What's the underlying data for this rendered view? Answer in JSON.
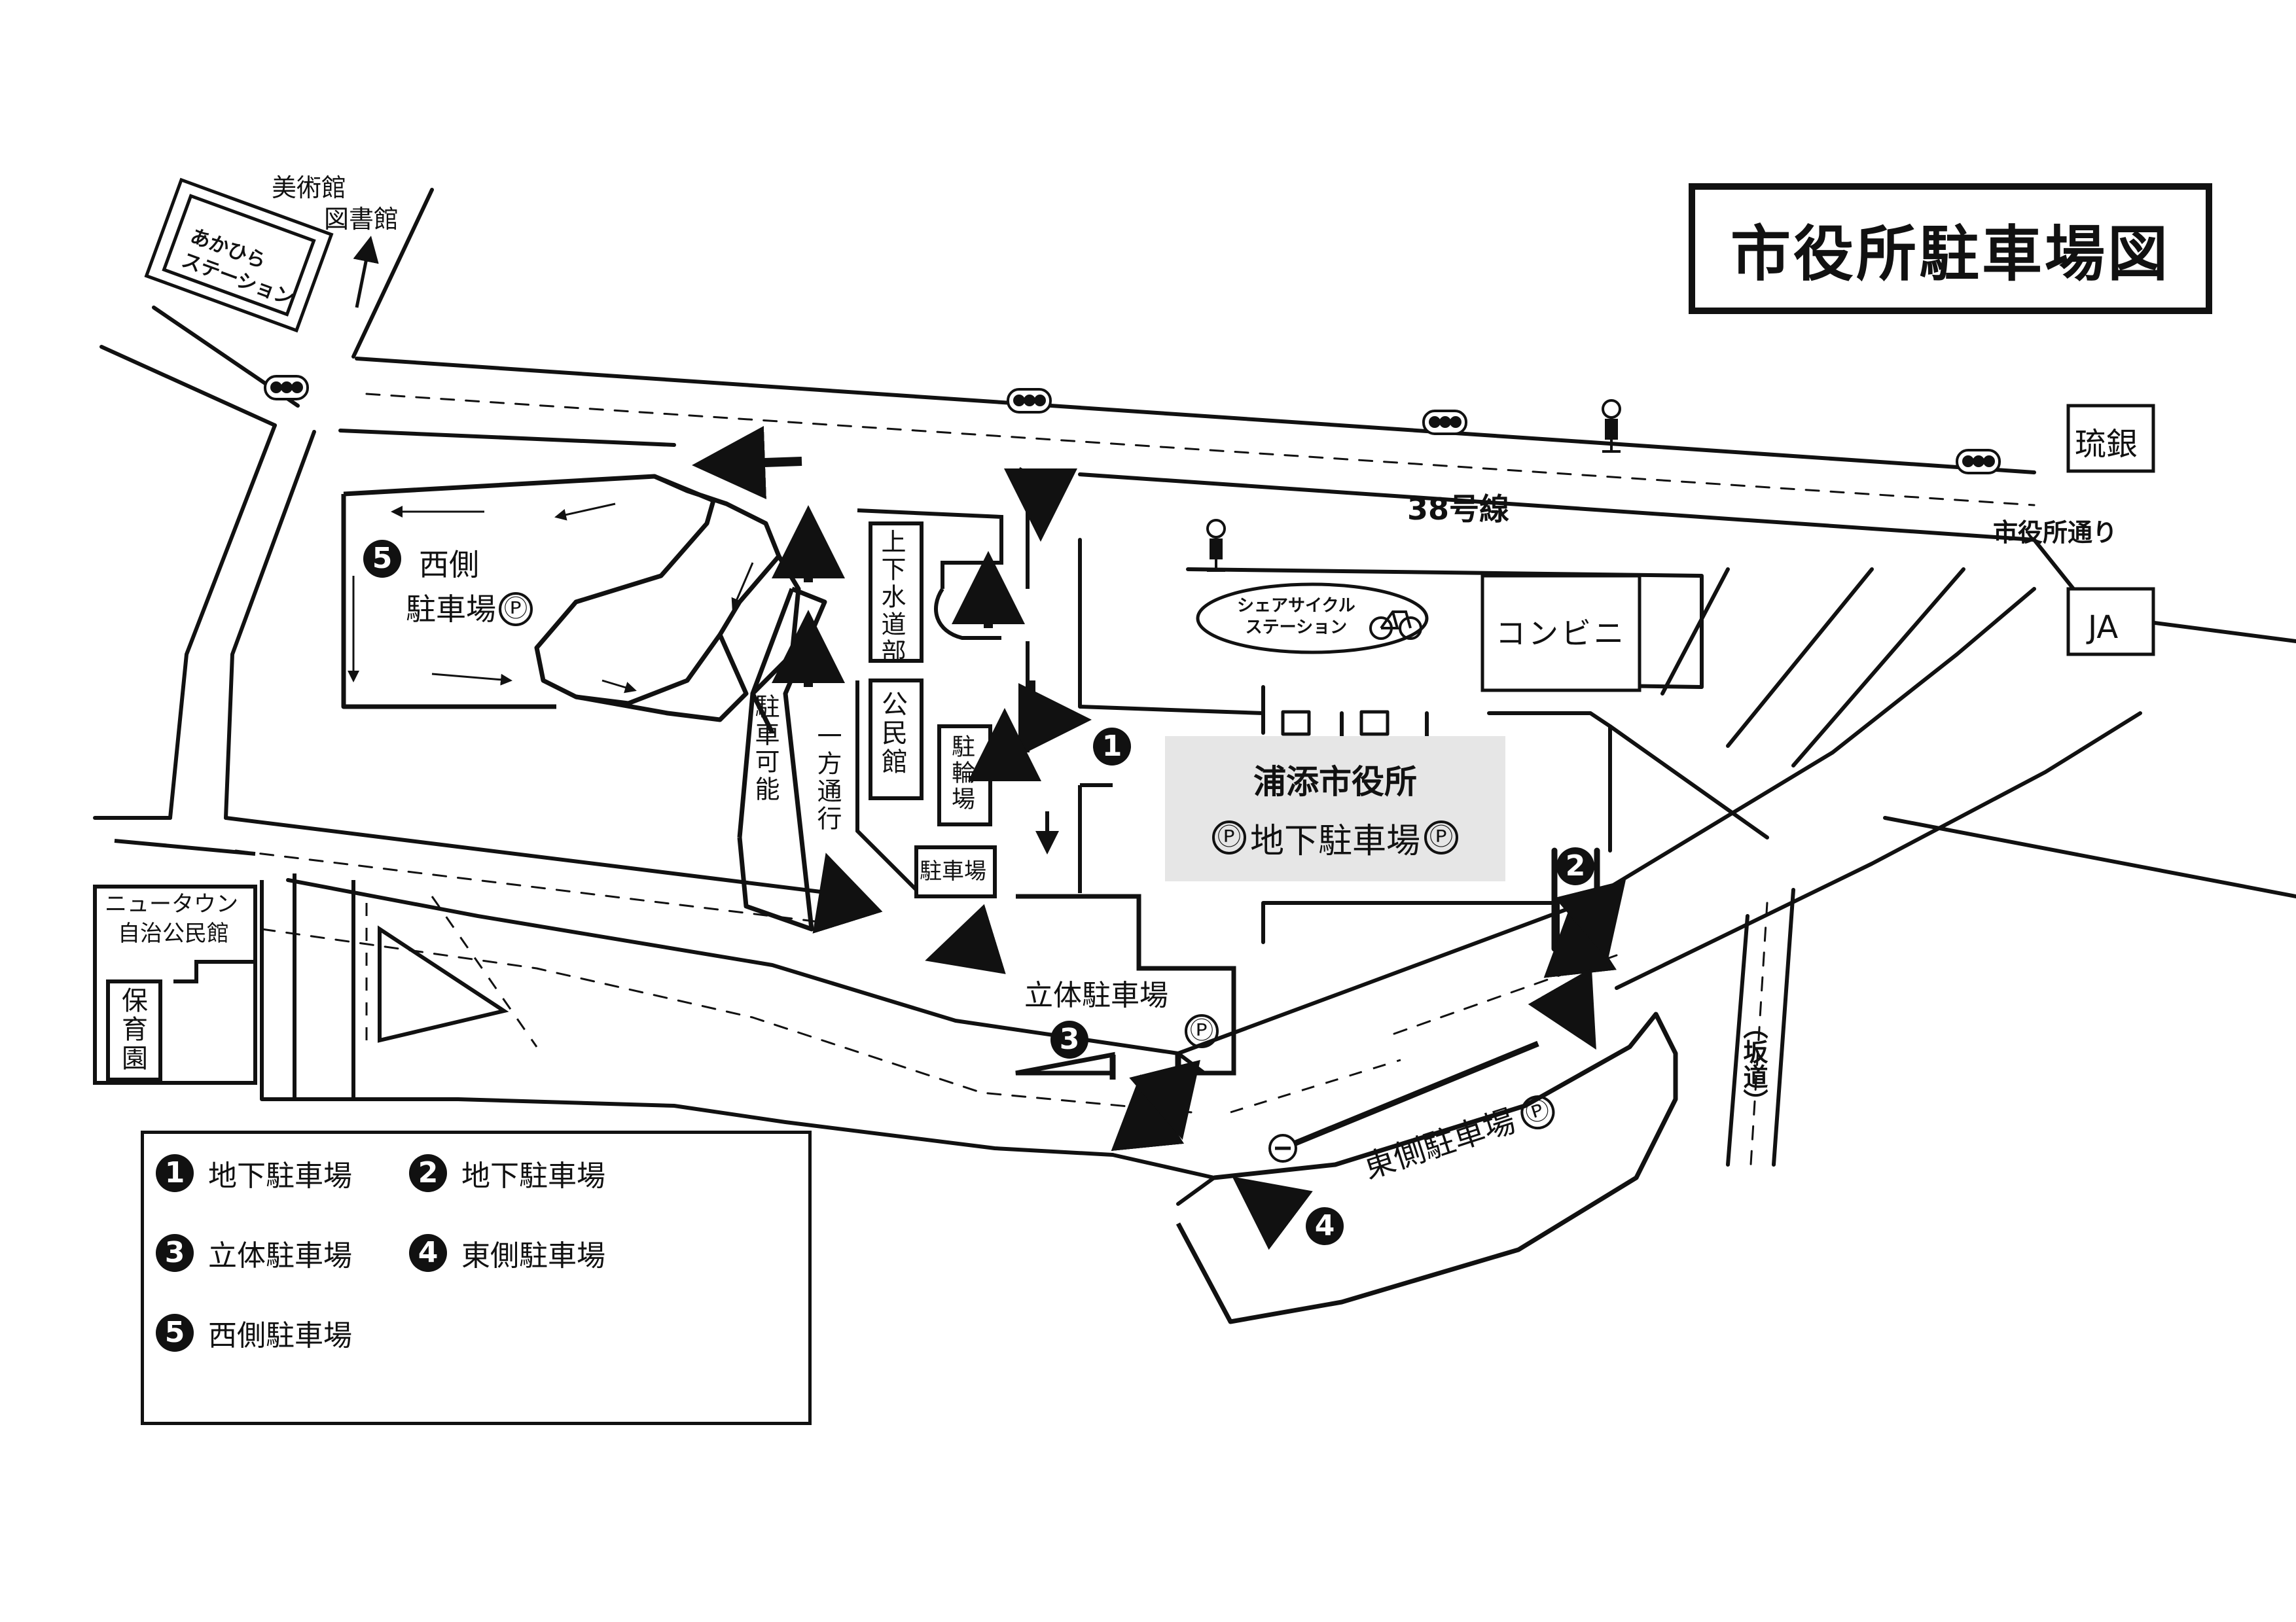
{
  "title": "市役所駐車場図",
  "roads": {
    "route38": "38号線",
    "city_hall_street": "市役所通り",
    "slope": "（坂道）",
    "one_way": "一方通行",
    "parking_ok": "駐車可能"
  },
  "places": {
    "museum": "美術館",
    "library": "図書館",
    "akahira_station": "あかひら\nステーション",
    "ryugin": "琉銀",
    "ja": "JA",
    "convenience": "コンビニ",
    "share_cycle": "シェアサイクル\nステーション",
    "city_hall": "浦添市役所",
    "underground_parking": "地下駐車場",
    "p_mark": "Ⓟ",
    "water_dept": "上下水道部",
    "community_hall": "公民館",
    "bicycle_parking": "駐輪場",
    "car_parking_small": "駐車場",
    "newtown_hall_1": "ニュータウン",
    "newtown_hall_2": "自治公民館",
    "nursery": "保育園",
    "multistory_parking": "立体駐車場",
    "west_parking_1": "西側",
    "west_parking_2": "駐車場",
    "east_parking": "東側駐車場"
  },
  "markers": {
    "m1": "1",
    "m2": "2",
    "m3": "3",
    "m4": "4",
    "m5": "5"
  },
  "legend": [
    {
      "num": "1",
      "label": "地下駐車場"
    },
    {
      "num": "2",
      "label": "地下駐車場"
    },
    {
      "num": "3",
      "label": "立体駐車場"
    },
    {
      "num": "4",
      "label": "東側駐車場"
    },
    {
      "num": "5",
      "label": "西側駐車場"
    }
  ],
  "icons": [
    "traffic-light-icon",
    "bus-stop-icon",
    "bicycle-icon",
    "arrow-icon",
    "no-entry-icon"
  ]
}
